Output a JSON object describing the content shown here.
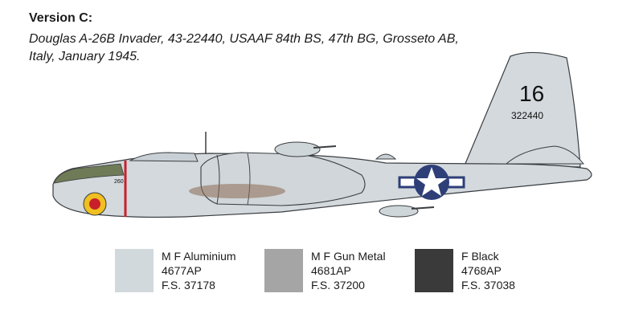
{
  "header": {
    "version_title": "Version C:",
    "description_lines": [
      "Douglas A-26B Invader, 43-22440, USAAF 84th BS, 47th BG, Grosseto AB,",
      "Italy, January 1945."
    ]
  },
  "aircraft": {
    "tail_code": "16",
    "serial": "322440",
    "nose_number": "260",
    "insignia": "star-and-bar-insignia",
    "nose_art": "nose-art-emblem",
    "colors": {
      "fuselage": "#d3d9dd",
      "outline": "#3a3d40",
      "nose_olive": "#6f7a57",
      "insignia_blue": "#2e3f78",
      "stripe_red": "#c8202a"
    }
  },
  "swatches": [
    {
      "name": "M F Aluminium",
      "code": "4677AP",
      "fs": "F.S. 37178",
      "color": "#d2d9dd"
    },
    {
      "name": "M F Gun Metal",
      "code": "4681AP",
      "fs": "F.S. 37200",
      "color": "#a5a5a5"
    },
    {
      "name": "F Black",
      "code": "4768AP",
      "fs": "F.S. 37038",
      "color": "#3a3a3a"
    }
  ]
}
